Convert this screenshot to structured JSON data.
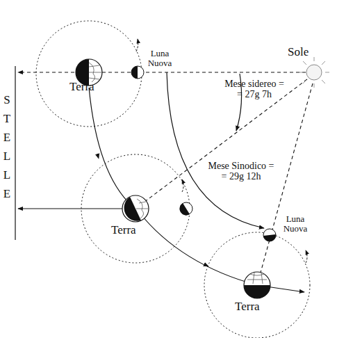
{
  "diagram": {
    "labels": [
      "Terra",
      "Luna Nuova",
      "Sole",
      "Mese sidereo = = 27g 7h",
      "STELLE",
      "Terra",
      "Mese Sinodico = = 29g 12h",
      "Luna Nuova",
      "Terra"
    ]
  }
}
